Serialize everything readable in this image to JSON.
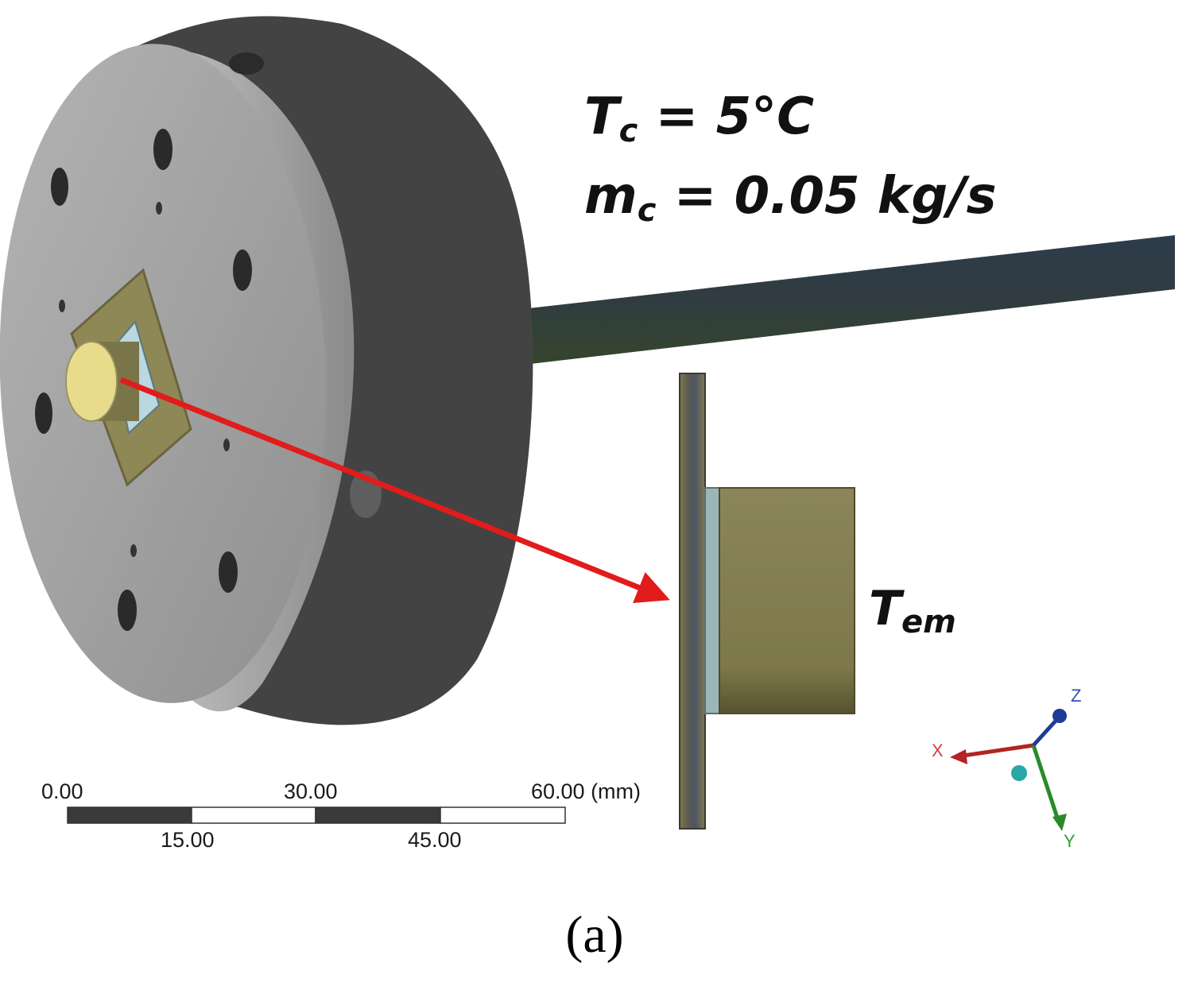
{
  "annotations": {
    "tc": {
      "symbol": "T",
      "subscript": "c",
      "rest": " = 5°C"
    },
    "mc": {
      "symbol": "m",
      "subscript": "c",
      "rest": " = 0.05 kg/s"
    },
    "tem": {
      "symbol": "T",
      "subscript": "em"
    }
  },
  "scale_bar": {
    "top_labels": [
      "0.00",
      "30.00",
      "60.00 (mm)"
    ],
    "bottom_labels": [
      "15.00",
      "45.00"
    ]
  },
  "triad": {
    "x": "X",
    "y": "Y",
    "z": "Z"
  },
  "caption": "(a)",
  "colors": {
    "housing_dark": "#3f3f3f",
    "housing_face": "#9a9a9a",
    "arrow": "#e21b1b",
    "specimen": "#857f50",
    "axis_x": "#b32424",
    "axis_y": "#2a8a2a",
    "axis_z": "#1f3c99"
  }
}
